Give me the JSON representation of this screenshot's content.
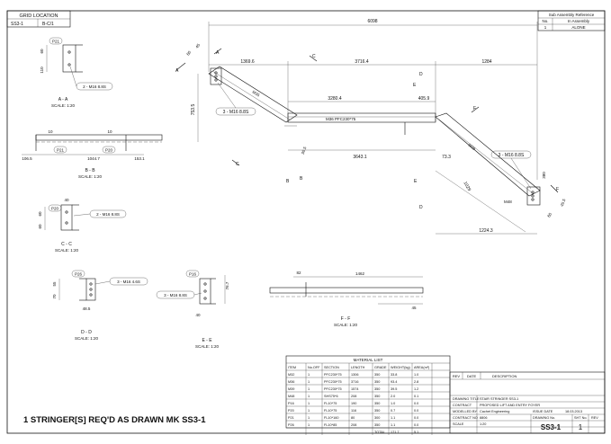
{
  "grid_location": {
    "title": "GRID LOCATION",
    "col1": "SS3-1",
    "col2": "B-C/1"
  },
  "sub_assembly": {
    "title": "Sub Assembly Reference",
    "col_no": "No.",
    "col_in": "In Assembly",
    "row_no": "1",
    "row_in": "ALONE"
  },
  "main_view": {
    "overall": "6098",
    "top_left": "1369.6",
    "top_mid": "3716.4",
    "top_right": "1284",
    "inner_run": "3280.4",
    "inner_right": "405.9",
    "bottom_run": "3643.1",
    "right_v1": "73.3",
    "right_diag": "1029",
    "right_bottom": "1224.3",
    "left_height": "753.5",
    "left_top_a": "60",
    "left_top_b": "45",
    "left_angle": "30.5",
    "right_angle_a": "380",
    "right_angle_b": "45.5",
    "right_angle_c": "60",
    "member_m35": "M35",
    "member_m36": "M36  PFC230*75",
    "member_m39": "M39",
    "member_m48": "M48",
    "callout_left_bolts": "3 - M16 8.8S",
    "callout_right_bolts": "3 - M16 8.8S",
    "sec_a1": "A",
    "sec_a2": "A",
    "sec_c1": "C",
    "sec_c2": "C",
    "sec_d1": "D",
    "sec_d2": "D",
    "sec_e1": "E",
    "sec_e2": "E",
    "sec_b1": "B",
    "sec_b2": "B",
    "sec_f1": "F",
    "sec_f2": "F"
  },
  "view_aa": {
    "plate": "P21",
    "bolts": "2 - M16 8.8S",
    "dim_top": "60",
    "dim_side": "110",
    "title": "A - A",
    "scale": "SCALE:  1:20"
  },
  "view_bb": {
    "plate_left": "P21",
    "plate_right": "P20",
    "d_left": "106.5",
    "d_mid": "1044.7",
    "d_right": "153.1",
    "d_top1": "10",
    "d_top2": "10",
    "title": "B - B",
    "scale": "SCALE:  1:20"
  },
  "view_cc": {
    "plate": "P20",
    "bolts": "2 - M16 8.8S",
    "dim_top": "40",
    "dim_side": "60",
    "dim_side2": "60",
    "title": "C - C",
    "scale": "SCALE:  1:20"
  },
  "view_dd": {
    "plate": "P26",
    "bolts": "3 - M16 4.6S",
    "d1": "55",
    "d2": "70",
    "d3": "48.5",
    "title": "D - D",
    "scale": "SCALE:  1:20"
  },
  "view_ee": {
    "plate": "P16",
    "bolts": "3 - M16 8.8S",
    "d1": "76.7",
    "d2": "40",
    "title": "E - E",
    "scale": "SCALE:  1:20"
  },
  "view_ff": {
    "d_top": "1462",
    "d_left": "82",
    "d_right": "45",
    "title": "F - F",
    "scale": "SCALE:  1:20"
  },
  "material_list": {
    "title": "MATERIAL LIST",
    "headers": [
      "ITEM",
      "No.OFF",
      "SECTION",
      "LENGTH",
      "GRADE",
      "WEIGHT(kg)",
      "AREA(m²)"
    ],
    "rows": [
      [
        "M32",
        "1",
        "PFC230*75",
        "1306",
        "350",
        "33.8",
        "1.0"
      ],
      [
        "M36",
        "1",
        "PFC230*75",
        "3716",
        "350",
        "93.4",
        "2.8"
      ],
      [
        "M39",
        "1",
        "PFC230*75",
        "1574",
        "350",
        "39.5",
        "1.2"
      ],
      [
        "M48",
        "1",
        "SHS75*6",
        "208",
        "350",
        "2.0",
        "0.1"
      ],
      [
        "P16",
        "1",
        "FL10*75",
        "190",
        "350",
        "1.0",
        "0.0"
      ],
      [
        "P20",
        "1",
        "FL10*75",
        "116",
        "350",
        "0.7",
        "0.0"
      ],
      [
        "P21",
        "1",
        "FL10*160",
        "80",
        "300",
        "1.1",
        "0.0"
      ],
      [
        "P26",
        "1",
        "FL10*85",
        "208",
        "350",
        "1.1",
        "0.0"
      ]
    ],
    "total_label": "TOTAL",
    "total_weight": "171.7",
    "total_area": "5.1"
  },
  "revision": {
    "rev": "REV",
    "date": "DATE",
    "description": "DESCRIPTION"
  },
  "title_block": {
    "drawing_title_label": "DRAWING TITLE",
    "drawing_title": "STAIR STRINGER SS3-1",
    "contract_label": "CONTRACT",
    "contract": "PROPOSED LIFT AND ENTRY FOYER",
    "modelled_label": "MODELLED BY",
    "modelled": "Cachet Engineering",
    "issue_date_label": "ISSUE DATE",
    "issue_date": "18.03.2013",
    "contract_no_label": "CONTRACT NO",
    "contract_no": "8806",
    "scale_label": "SCALE",
    "scale": "1:20",
    "drawing_no_label": "DRAWING No.",
    "drawing_no": "SS3-1",
    "sheet_label": "SHT No.",
    "sheet": "1",
    "rev_label": "REV"
  },
  "note": "1  STRINGER[S]  REQ'D  AS  DRAWN   MK SS3-1"
}
